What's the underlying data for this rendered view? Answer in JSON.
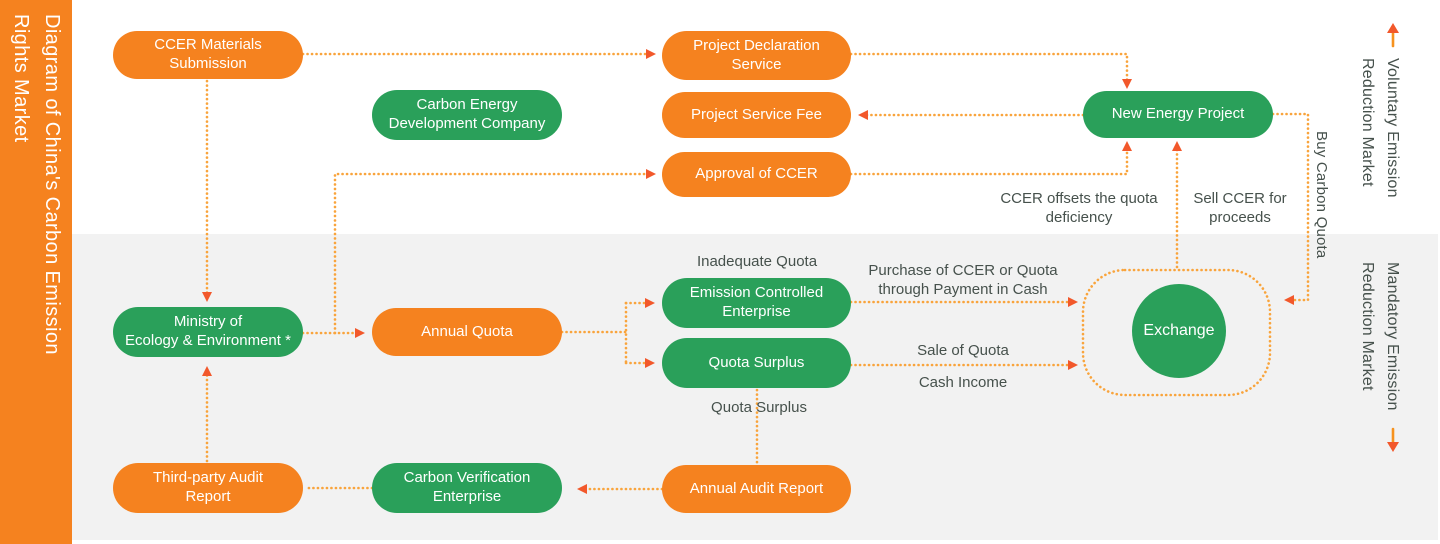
{
  "title": "Diagram of China's Carbon Emission\nRights Market",
  "side_labels": {
    "voluntary": "Voluntary Emission\nReduction Market",
    "mandatory": "Mandatory Emission\nReduction Market"
  },
  "colors": {
    "orange": "#F5821F",
    "green": "#2AA05A",
    "section_background": "#F2F2F2",
    "dotted_line": "#F9A43C",
    "arrowhead": "#F2582B",
    "label_text": "#46514C"
  },
  "nodes": [
    {
      "id": "ccer-materials",
      "label": "CCER Materials\nSubmission",
      "color": "orange"
    },
    {
      "id": "project-declaration",
      "label": "Project Declaration\nService",
      "color": "orange"
    },
    {
      "id": "carbon-energy",
      "label": "Carbon Energy\nDevelopment Company",
      "color": "green"
    },
    {
      "id": "project-service-fee",
      "label": "Project Service Fee",
      "color": "orange"
    },
    {
      "id": "new-energy",
      "label": "New Energy Project",
      "color": "green"
    },
    {
      "id": "approval-ccer",
      "label": "Approval of CCER",
      "color": "orange"
    },
    {
      "id": "ministry",
      "label": "Ministry of\nEcology & Environment *",
      "color": "green"
    },
    {
      "id": "annual-quota",
      "label": "Annual Quota",
      "color": "orange"
    },
    {
      "id": "emission-controlled",
      "label": "Emission Controlled\nEnterprise",
      "color": "green"
    },
    {
      "id": "quota-surplus",
      "label": "Quota Surplus",
      "color": "green"
    },
    {
      "id": "exchange",
      "label": "Exchange",
      "color": "green"
    },
    {
      "id": "annual-audit",
      "label": "Annual Audit Report",
      "color": "orange"
    },
    {
      "id": "carbon-verification",
      "label": "Carbon Verification\nEnterprise",
      "color": "green"
    },
    {
      "id": "third-party",
      "label": "Third-party Audit\nReport",
      "color": "orange"
    }
  ],
  "edge_labels": {
    "inadequate_quota": "Inadequate Quota",
    "quota_surplus": "Quota Surplus",
    "purchase": "Purchase of CCER or Quota\nthrough Payment in Cash",
    "sale_of_quota": "Sale of Quota",
    "cash_income": "Cash Income",
    "ccer_offsets": "CCER offsets the quota\ndeficiency",
    "sell_ccer": "Sell CCER for\nproceeds",
    "buy_carbon_quota": "Buy Carbon Quota"
  },
  "edges": [
    {
      "from": "ccer-materials",
      "to": "project-declaration"
    },
    {
      "from": "ccer-materials",
      "to": "ministry"
    },
    {
      "from": "project-declaration",
      "to": "new-energy"
    },
    {
      "from": "new-energy",
      "to": "project-service-fee"
    },
    {
      "from": "ministry",
      "to": "annual-quota"
    },
    {
      "from": "ministry",
      "to": "approval-ccer"
    },
    {
      "from": "approval-ccer",
      "to": "new-energy",
      "label": "CCER offsets the quota deficiency"
    },
    {
      "from": "exchange",
      "to": "new-energy",
      "label": "Sell CCER for proceeds"
    },
    {
      "from": "new-energy",
      "to": "exchange",
      "label": "Buy Carbon Quota"
    },
    {
      "from": "annual-quota",
      "to": "emission-controlled",
      "label": "Inadequate Quota"
    },
    {
      "from": "annual-quota",
      "to": "quota-surplus"
    },
    {
      "from": "emission-controlled",
      "to": "exchange",
      "label": "Purchase of CCER or Quota through Payment in Cash"
    },
    {
      "from": "quota-surplus",
      "to": "exchange",
      "label": "Sale of Quota / Cash Income"
    },
    {
      "from": "quota-surplus",
      "to": "annual-audit",
      "label": "Quota Surplus"
    },
    {
      "from": "annual-audit",
      "to": "carbon-verification"
    },
    {
      "from": "carbon-verification",
      "to": "third-party"
    },
    {
      "from": "third-party",
      "to": "ministry"
    }
  ]
}
